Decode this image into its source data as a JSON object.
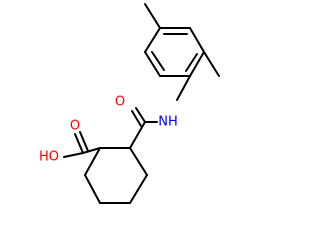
{
  "structure": {
    "atoms": {
      "oxygen_carbonyl_amide": "O",
      "nitrogen_amide": "NH",
      "oxygen_carbonyl_acid": "O",
      "hydroxyl_acid": "HO"
    },
    "colors": {
      "bond": "#000000",
      "oxygen": "#ff0000",
      "nitrogen": "#0000ff",
      "background": "#ffffff"
    }
  }
}
